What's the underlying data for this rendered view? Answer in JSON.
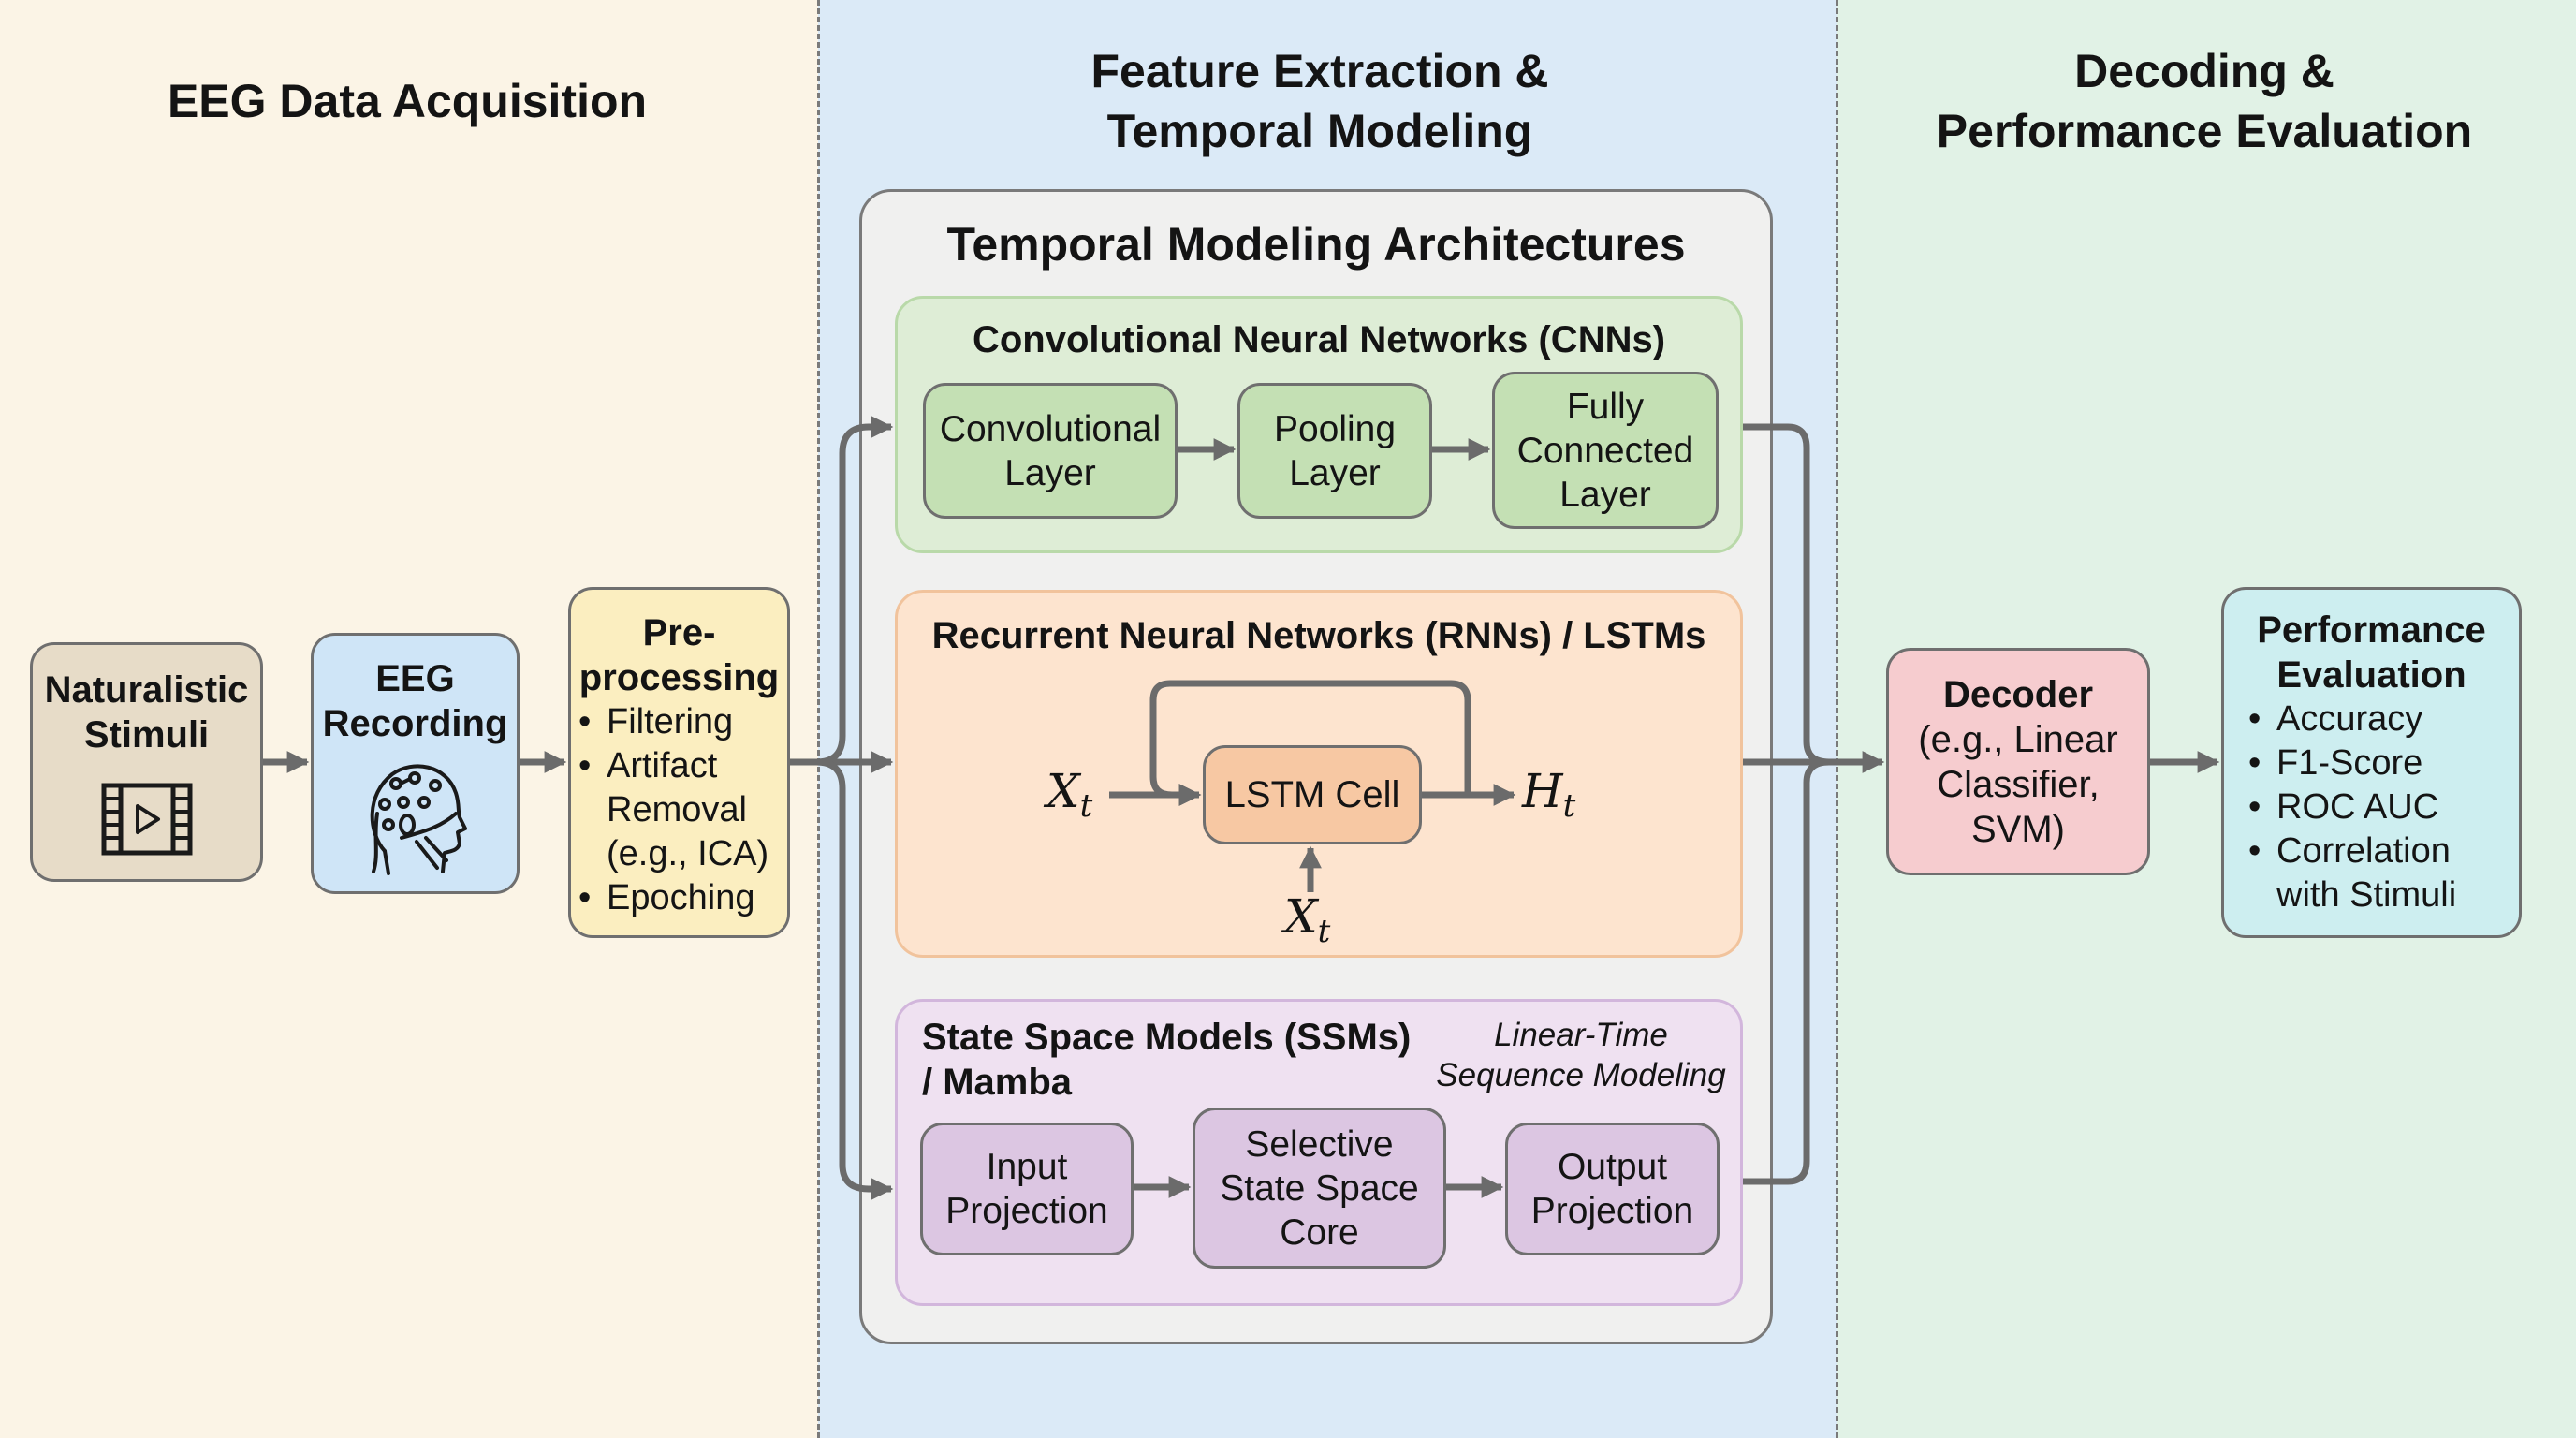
{
  "sections": {
    "acquisition": {
      "title": "EEG Data Acquisition"
    },
    "feature": {
      "title_line1": "Feature Extraction &",
      "title_line2": "Temporal Modeling"
    },
    "decoding": {
      "title_line1": "Decoding &",
      "title_line2": "Performance Evaluation"
    }
  },
  "nodes": {
    "stimuli": {
      "title_line1": "Naturalistic",
      "title_line2": "Stimuli",
      "icon": "film-play-icon",
      "color": "#e7dcc8"
    },
    "recording": {
      "title_line1": "EEG",
      "title_line2": "Recording",
      "icon": "eeg-head-icon",
      "color": "#cfe5f7"
    },
    "preprocessing": {
      "title_line1": "Pre-",
      "title_line2": "processing",
      "color": "#fbeec0",
      "items": [
        "Filtering",
        "Artifact",
        "Removal",
        "(e.g., ICA)",
        "Epoching"
      ]
    },
    "decoder": {
      "title": "Decoder",
      "line1": "(e.g., Linear",
      "line2": "Classifier,",
      "line3": "SVM)",
      "color": "#f6cccf"
    },
    "performance": {
      "title_line1": "Performance",
      "title_line2": "Evaluation",
      "color": "#cdeef0",
      "items": [
        "Accuracy",
        "F1-Score",
        "ROC AUC",
        "Correlation",
        "with Stimuli"
      ]
    }
  },
  "architectures": {
    "title": "Temporal Modeling Architectures",
    "cnn": {
      "title": "Convolutional Neural Networks (CNNs)",
      "blocks": [
        {
          "line1": "Convolutional",
          "line2": "Layer"
        },
        {
          "line1": "Pooling",
          "line2": "Layer"
        },
        {
          "line1": "Fully",
          "line2": "Connected",
          "line3": "Layer"
        }
      ]
    },
    "rnn": {
      "title": "Recurrent Neural Networks (RNNs) / LSTMs",
      "cell": "LSTM Cell",
      "input_symbol": "X",
      "input_sub": "t",
      "output_symbol": "H",
      "output_sub": "t",
      "bottom_symbol": "X",
      "bottom_sub": "t"
    },
    "ssm": {
      "title_line1": "State Space Models (SSMs)",
      "title_line2": "/ Mamba",
      "note_line1": "Linear-Time",
      "note_line2": "Sequence Modeling",
      "blocks": [
        {
          "line1": "Input",
          "line2": "Projection"
        },
        {
          "line1": "Selective",
          "line2": "State Space",
          "line3": "Core"
        },
        {
          "line1": "Output",
          "line2": "Projection"
        }
      ]
    }
  },
  "colors": {
    "cnn_bg": "#deedd6",
    "cnn_block": "#c4e0b4",
    "rnn_bg": "#fde4cf",
    "rnn_block": "#f7c8a3",
    "ssm_bg": "#efe1f1",
    "ssm_block": "#dcc6e2",
    "arrow": "#6b6b6b"
  }
}
